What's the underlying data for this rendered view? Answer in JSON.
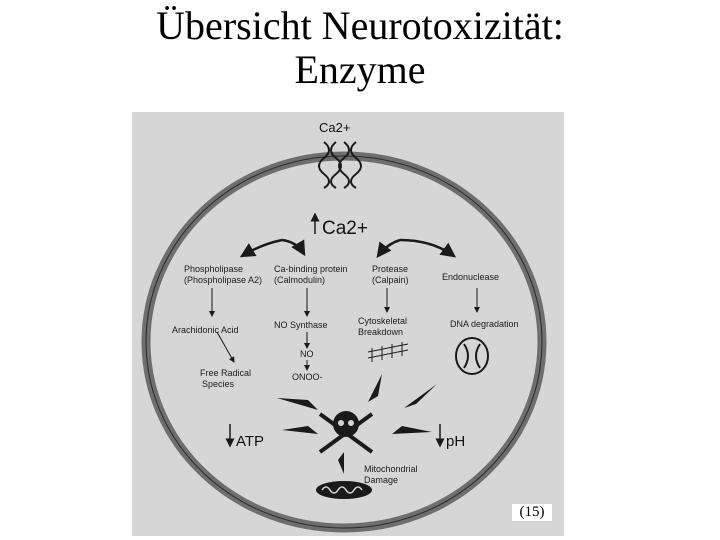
{
  "title": {
    "line1": "Übersicht Neurotoxizität:",
    "line2": "Enzyme"
  },
  "diagram": {
    "ca_outside": "Ca2+",
    "ca_inside": "Ca2+",
    "enzymes": [
      {
        "name": "Phospholipase",
        "sub": "(Phospholipase A2)"
      },
      {
        "name": "Ca-binding protein",
        "sub": "(Calmodulin)"
      },
      {
        "name": "Protease",
        "sub": "(Calpain)"
      },
      {
        "name": "Endonuclease",
        "sub": ""
      }
    ],
    "products": {
      "arachidonic": "Arachidonic Acid",
      "no_synthase": "NO Synthase",
      "cytoskeletal": [
        "Cytoskeletal",
        "Breakdown"
      ],
      "dna": "DNA degradation",
      "no": "NO",
      "onoo": "ONOO-",
      "free_radical": [
        "Free Radical",
        "Species"
      ]
    },
    "outcomes": {
      "atp": "ATP",
      "ph": "pH",
      "mito": [
        "Mitochondrial",
        "Damage"
      ]
    },
    "citation": "(15)",
    "colors": {
      "background": "#d6d6d6",
      "ring": "#6e6e6e",
      "ink": "#1a1a1a"
    }
  }
}
